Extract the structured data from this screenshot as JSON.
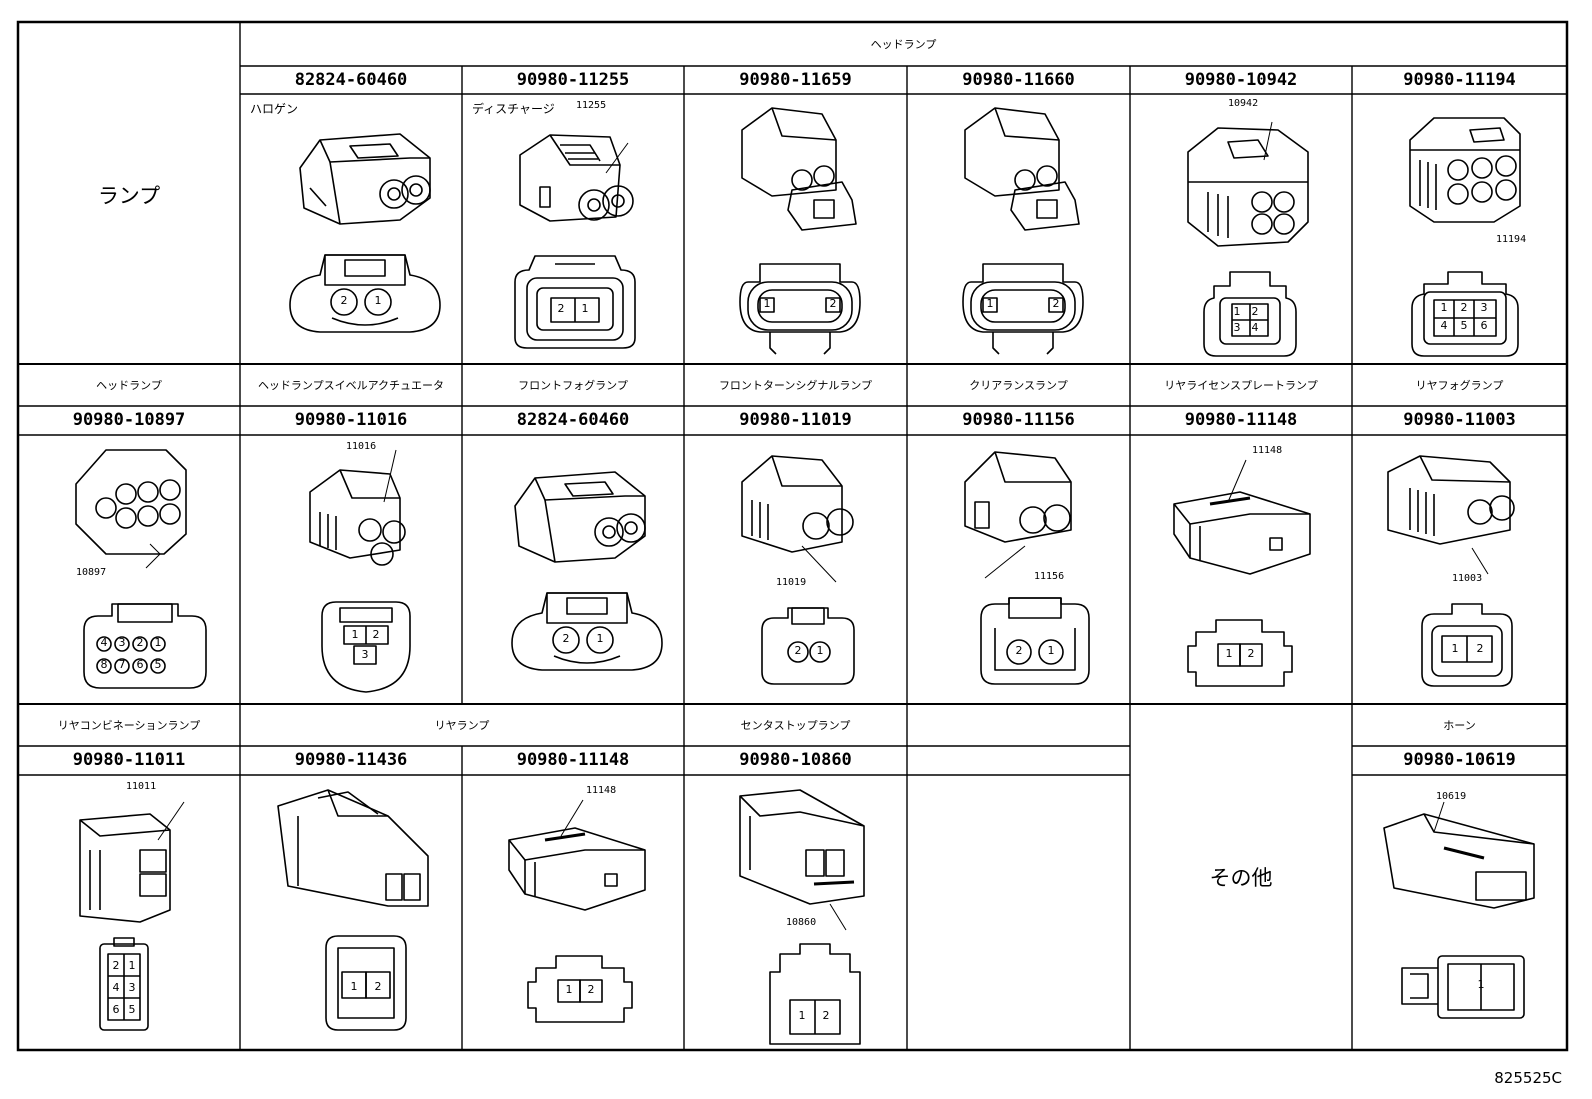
{
  "figure_code": "825525C",
  "row1": {
    "category": "ランプ",
    "header": "ヘッドランプ",
    "parts": [
      {
        "pn": "82824-60460",
        "sub": "ハロゲン",
        "callout": "",
        "pins_front": [
          "2",
          "1"
        ]
      },
      {
        "pn": "90980-11255",
        "sub": "ディスチャージ",
        "callout": "11255",
        "pins_front": [
          "2",
          "1"
        ]
      },
      {
        "pn": "90980-11659",
        "sub": "",
        "callout": "",
        "pins_front": [
          "1",
          "2"
        ]
      },
      {
        "pn": "90980-11660",
        "sub": "",
        "callout": "",
        "pins_front": [
          "1",
          "2"
        ]
      },
      {
        "pn": "90980-10942",
        "sub": "",
        "callout": "10942",
        "pins_front": [
          "1",
          "2",
          "3",
          "4"
        ]
      },
      {
        "pn": "90980-11194",
        "sub": "",
        "callout": "11194",
        "pins_front": [
          "1",
          "2",
          "3",
          "4",
          "5",
          "6"
        ]
      }
    ]
  },
  "row2": {
    "headers": [
      "ヘッドランプ",
      "ヘッドランプスイベルアクチュエータ",
      "フロントフォグランプ",
      "フロントターンシグナルランプ",
      "クリアランスランプ",
      "リヤライセンスプレートランプ",
      "リヤフォグランプ"
    ],
    "parts": [
      {
        "pn": "90980-10897",
        "callout": "10897",
        "pins_front": [
          "4",
          "3",
          "2",
          "1",
          "8",
          "7",
          "6",
          "5"
        ]
      },
      {
        "pn": "90980-11016",
        "callout": "11016",
        "pins_front": [
          "1",
          "2",
          "3"
        ]
      },
      {
        "pn": "82824-60460",
        "callout": "",
        "pins_front": [
          "2",
          "1"
        ]
      },
      {
        "pn": "90980-11019",
        "callout": "11019",
        "pins_front": [
          "2",
          "1"
        ]
      },
      {
        "pn": "90980-11156",
        "callout": "11156",
        "pins_front": [
          "2",
          "1"
        ]
      },
      {
        "pn": "90980-11148",
        "callout": "11148",
        "pins_front": [
          "1",
          "2"
        ]
      },
      {
        "pn": "90980-11003",
        "callout": "11003",
        "pins_front": [
          "1",
          "2"
        ]
      }
    ]
  },
  "row3": {
    "headers": [
      "リヤコンビネーションランプ",
      "リヤランプ",
      "センタストップランプ",
      "ホーン"
    ],
    "other_label": "その他",
    "parts": [
      {
        "pn": "90980-11011",
        "callout": "11011",
        "pins_front": [
          "2",
          "1",
          "4",
          "3",
          "6",
          "5"
        ]
      },
      {
        "pn": "90980-11436",
        "callout": "",
        "pins_front": [
          "1",
          "2"
        ]
      },
      {
        "pn": "90980-11148",
        "callout": "11148",
        "pins_front": [
          "1",
          "2"
        ]
      },
      {
        "pn": "90980-10860",
        "callout": "10860",
        "pins_front": [
          "1",
          "2"
        ]
      },
      {
        "pn": "90980-10619",
        "callout": "10619",
        "pins_front": [
          "1"
        ]
      }
    ]
  }
}
